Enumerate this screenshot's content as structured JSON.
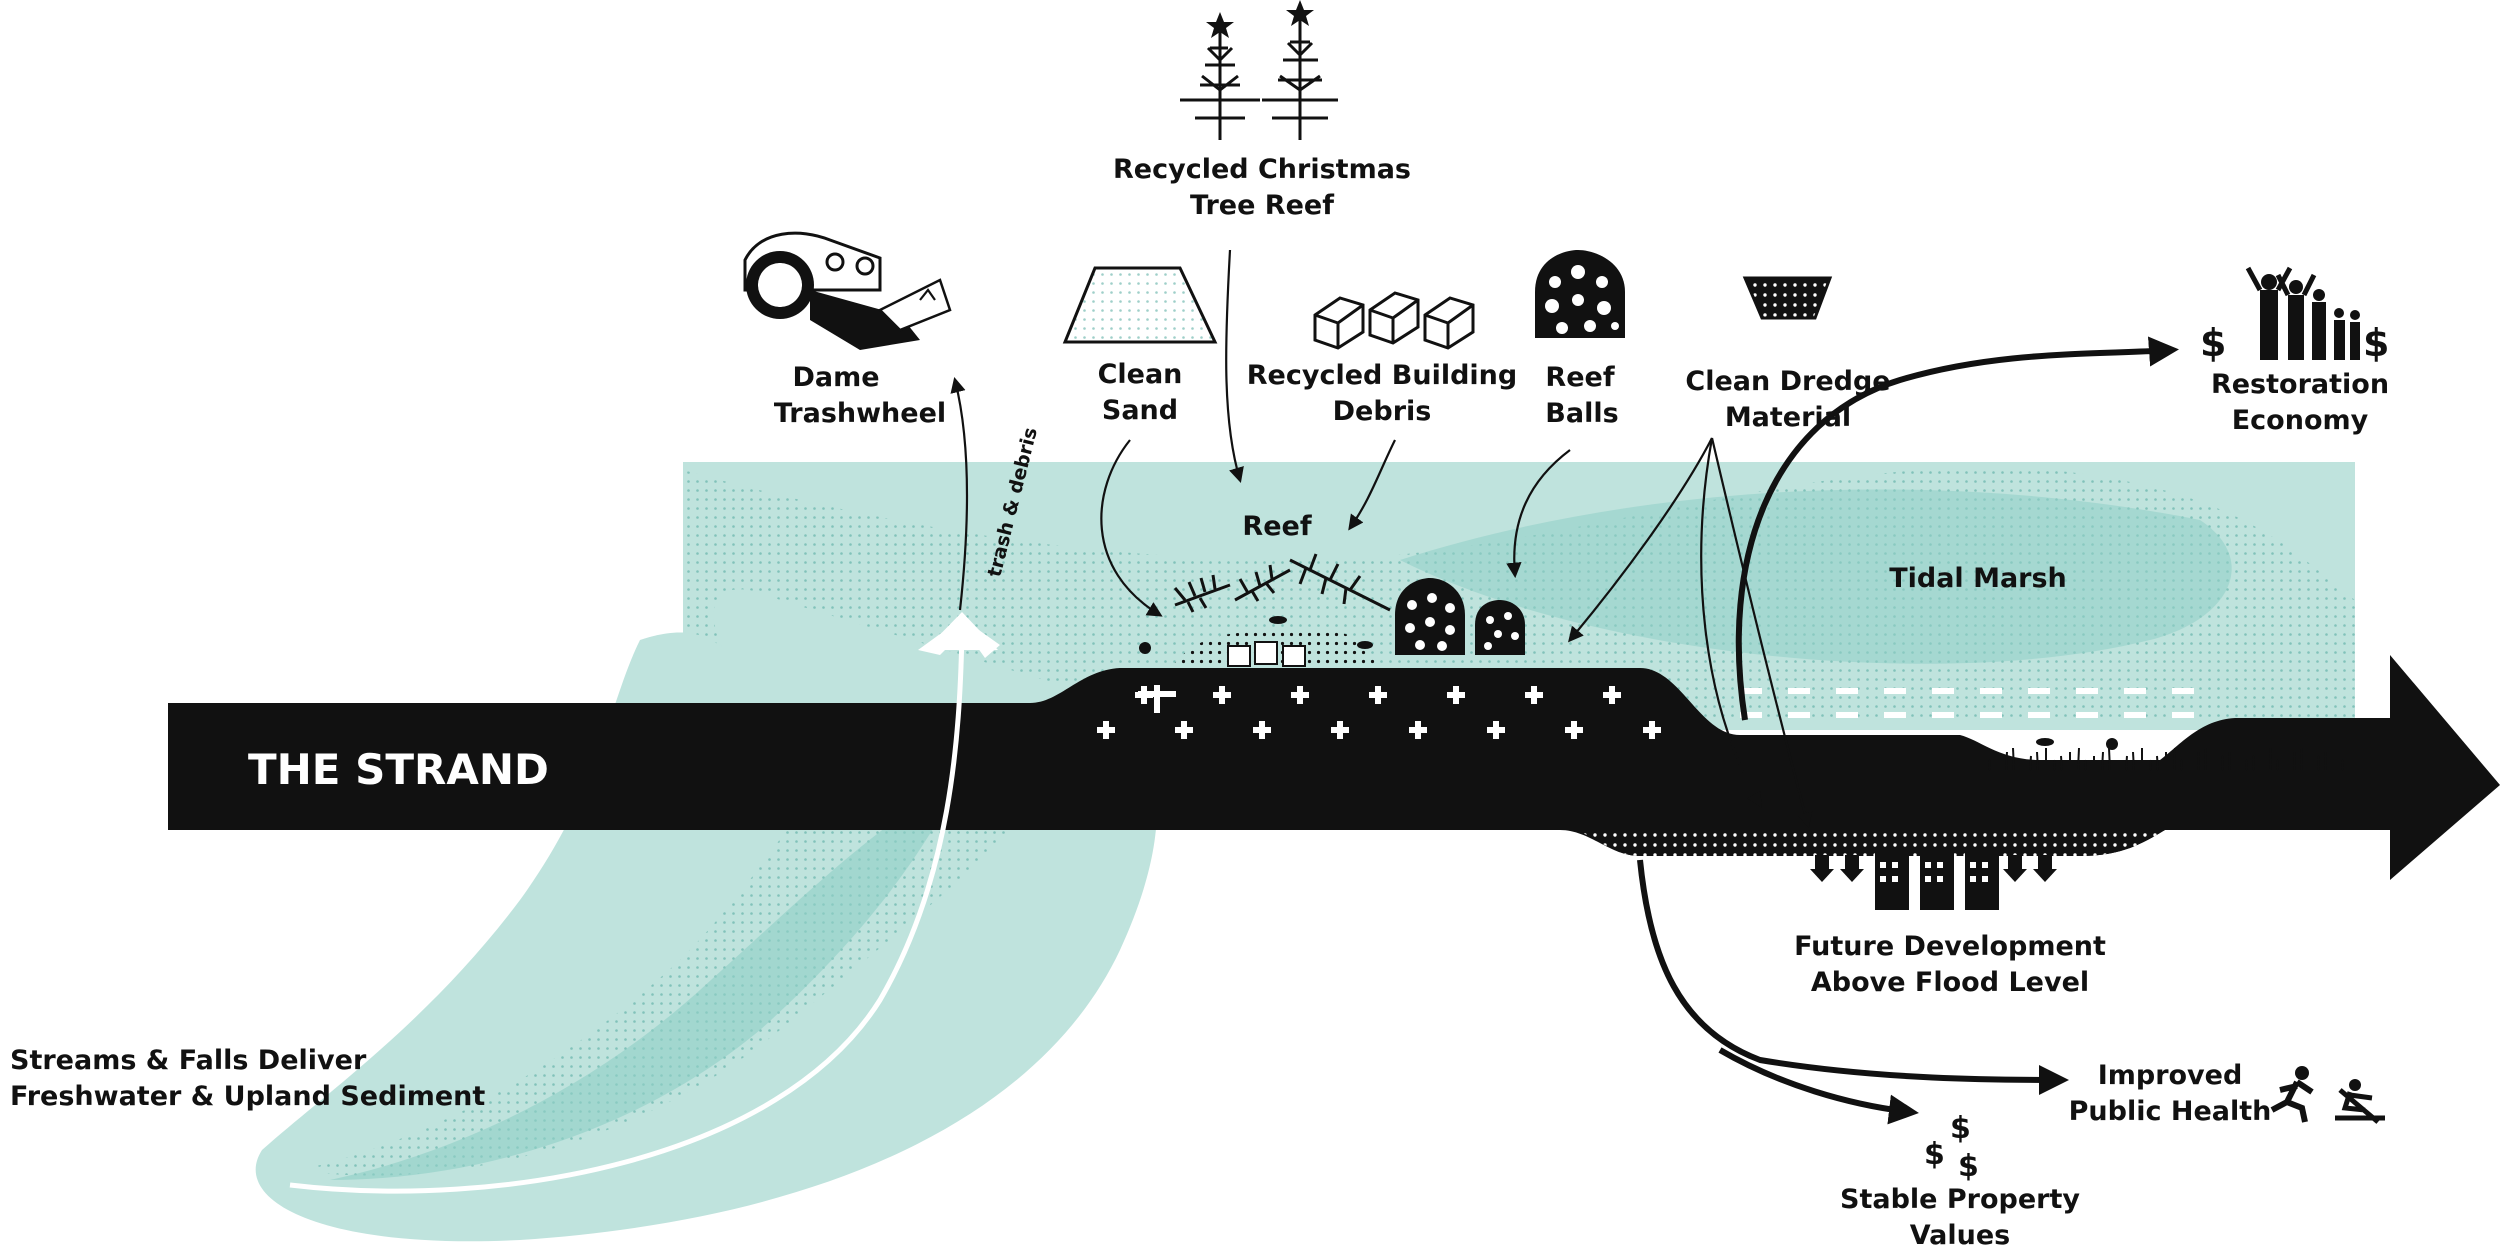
{
  "colors": {
    "water": "#bfe3dd",
    "water_dark": "#8fcfc6",
    "ink": "#111111",
    "white": "#ffffff"
  },
  "labels": {
    "christmas_line1": "Recycled Christmas",
    "christmas_line2": "Tree Reef",
    "trashwheel_line1": "Dame",
    "trashwheel_line2": "Trashwheel",
    "sand_line1": "Clean",
    "sand_line2": "Sand",
    "debris_line1": "Recycled Building",
    "debris_line2": "Debris",
    "reefballs_line1": "Reef",
    "reefballs_line2": "Balls",
    "dredge_line1": "Clean Dredge",
    "dredge_line2": "Material",
    "economy_line1": "Restoration",
    "economy_line2": "Economy",
    "reef": "Reef",
    "tidal_marsh": "Tidal Marsh",
    "trash_debris": "trash & debris",
    "strand": "THE STRAND",
    "future_line1": "Future Development",
    "future_line2": "Above Flood Level",
    "streams_line1": "Streams & Falls Deliver",
    "streams_line2": "Freshwater & Upland Sediment",
    "health_line1": "Improved",
    "health_line2": "Public Health",
    "property_line1": "Stable Property",
    "property_line2": "Values"
  },
  "icons": {
    "dollar": "$"
  }
}
